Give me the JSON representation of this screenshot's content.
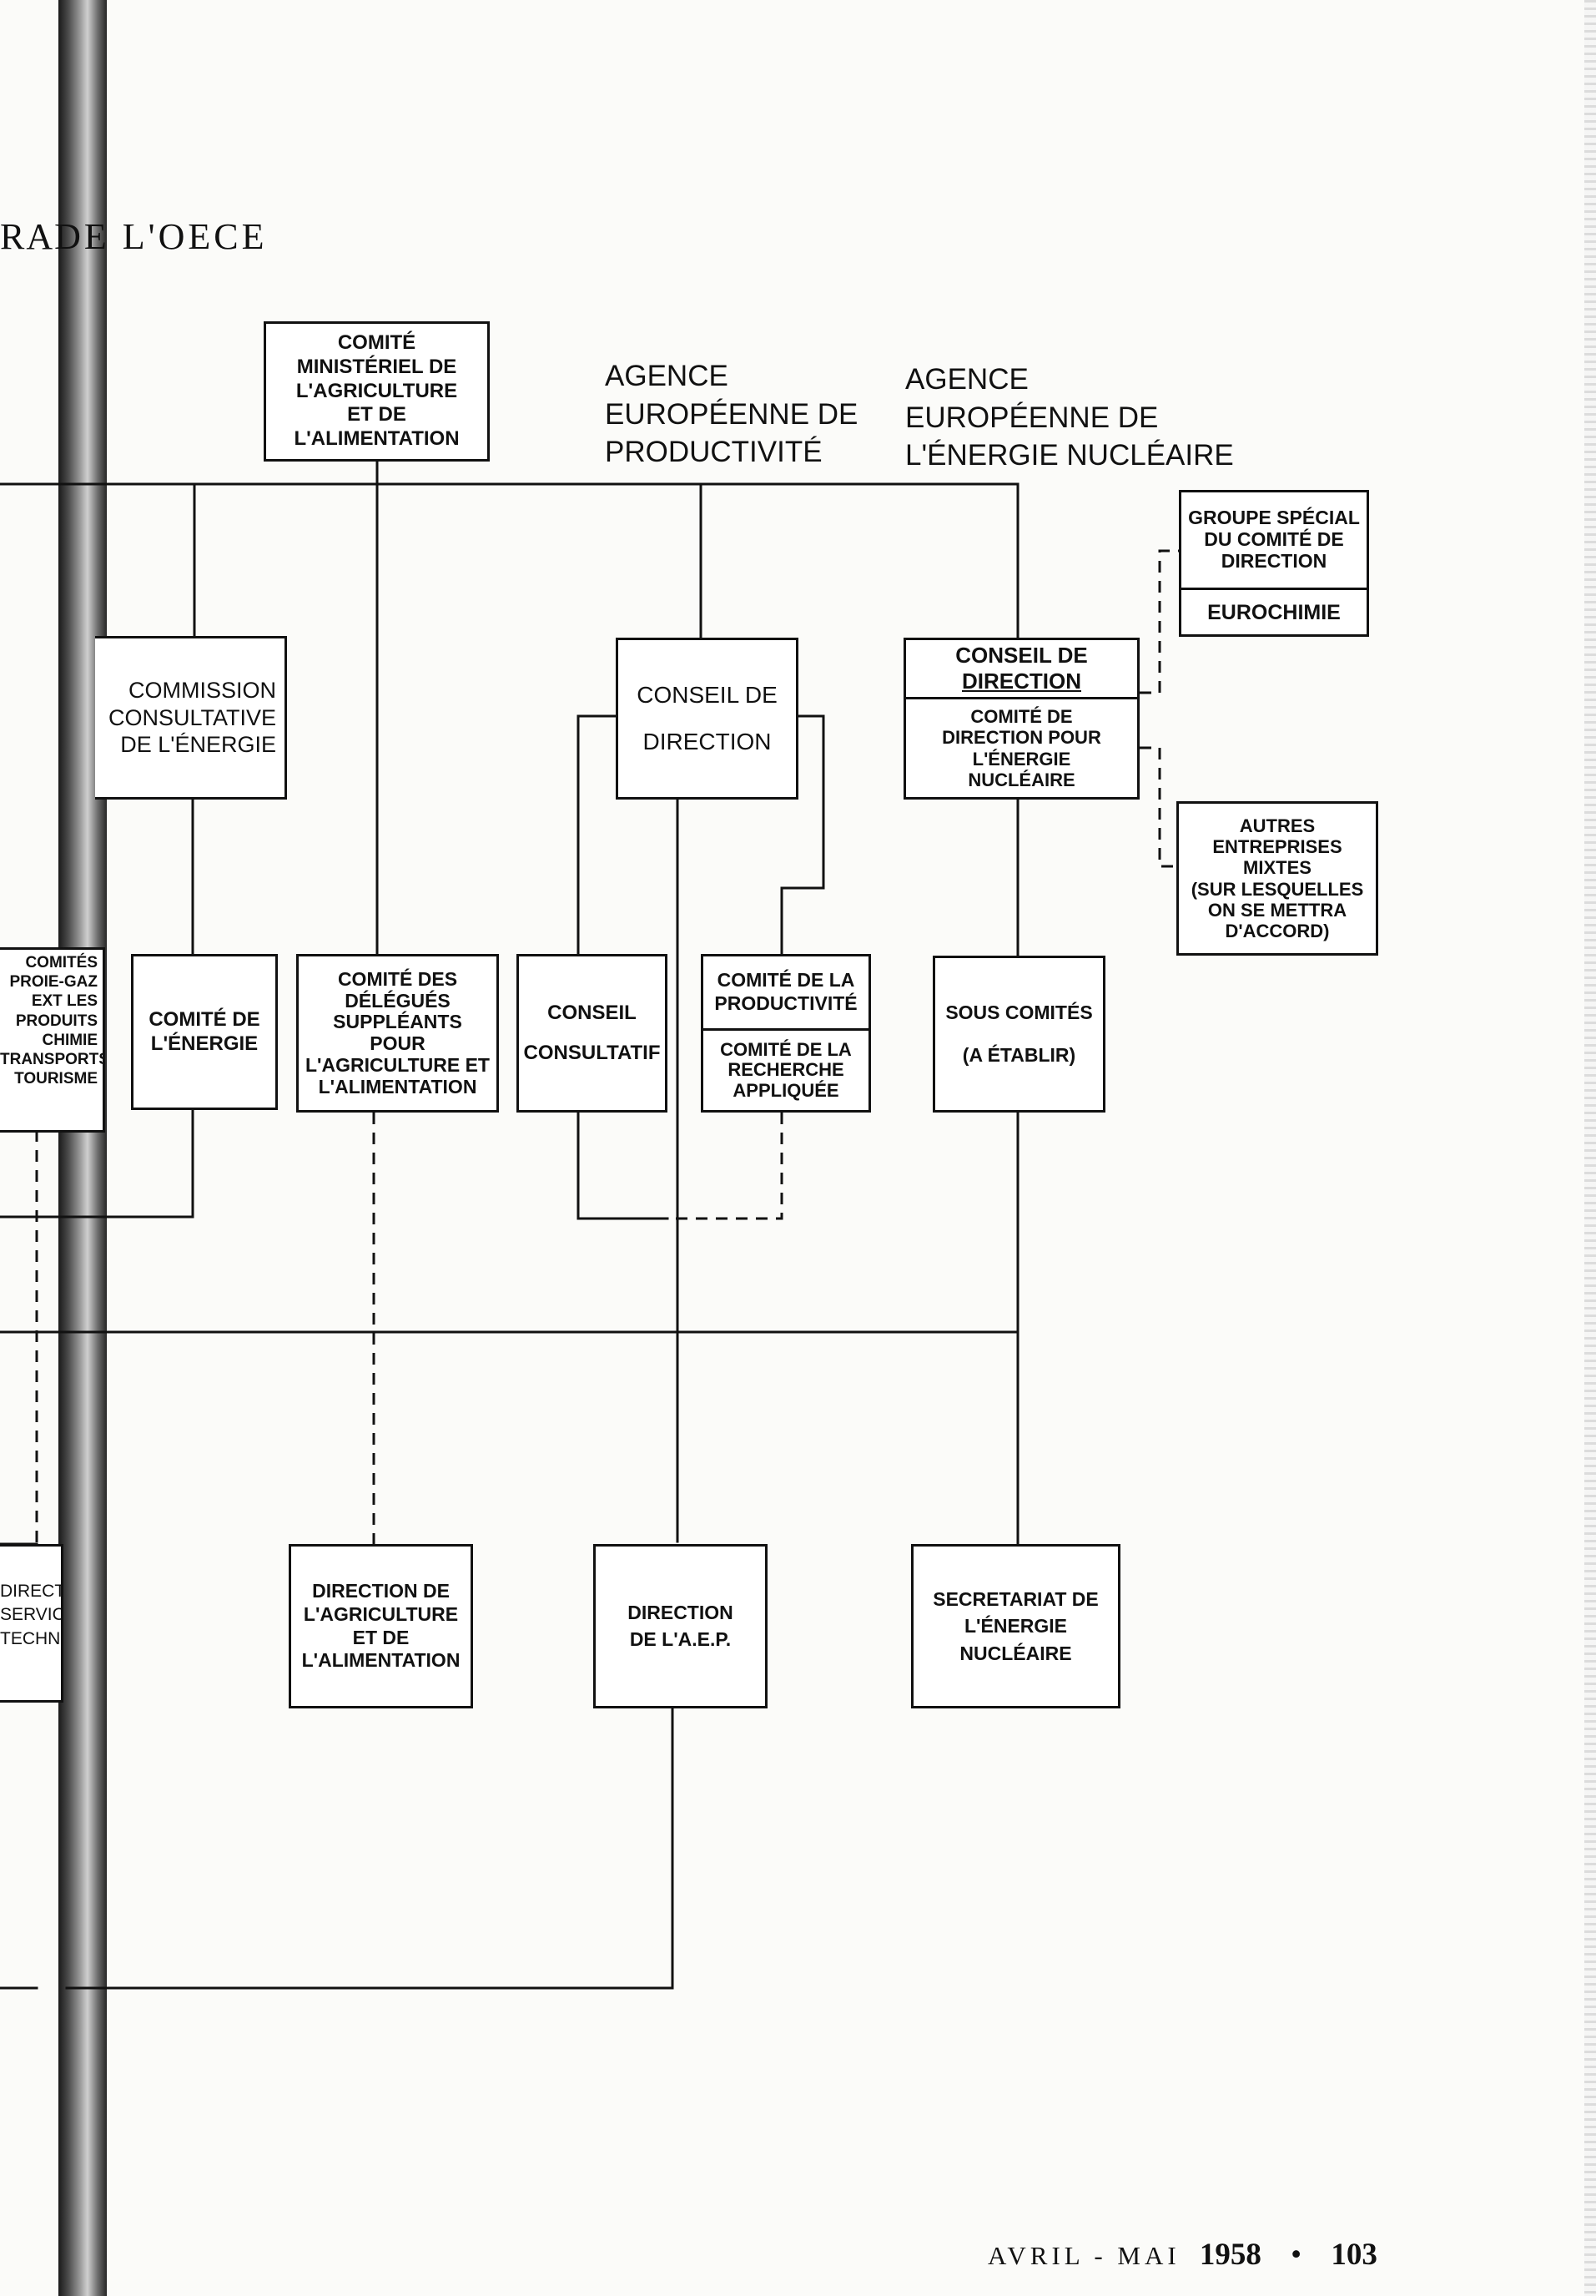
{
  "header": {
    "title_prefix": "RA",
    "title_rest": "DE L'OECE"
  },
  "agencies": {
    "productivite": {
      "line1": "AGENCE",
      "line2": "EUROPÉENNE DE",
      "line3": "PRODUCTIVITÉ"
    },
    "nucleaire": {
      "line1": "AGENCE",
      "line2": "EUROPÉENNE DE",
      "line3": "L'ÉNERGIE NUCLÉAIRE"
    }
  },
  "boxes": {
    "comite_ministeriel": [
      "COMITÉ",
      "MINISTÉRIEL DE",
      "L'AGRICULTURE",
      "ET DE",
      "L'ALIMENTATION"
    ],
    "commission_consultative": [
      "COMMISSION",
      "CONSULTATIVE",
      "DE L'ÉNERGIE"
    ],
    "conseil_direction_aep": [
      "CONSEIL DE",
      "DIRECTION"
    ],
    "conseil_direction_aen": {
      "top": [
        "CONSEIL DE",
        "DIRECTION"
      ],
      "bottom": [
        "COMITÉ DE",
        "DIRECTION POUR",
        "L'ÉNERGIE",
        "NUCLÉAIRE"
      ]
    },
    "groupe_special": [
      "GROUPE SPÉCIAL",
      "DU COMITÉ DE",
      "DIRECTION"
    ],
    "eurochimie": "EUROCHIMIE",
    "autres_entreprises": [
      "AUTRES",
      "ENTREPRISES",
      "MIXTES",
      "(SUR LESQUELLES",
      "ON SE METTRA",
      "D'ACCORD)"
    ],
    "comite_energie": [
      "COMITÉ DE",
      "L'ÉNERGIE"
    ],
    "comite_delegues": [
      "COMITÉ DES",
      "DÉLÉGUÉS",
      "SUPPLÉANTS",
      "POUR",
      "L'AGRICULTURE ET",
      "L'ALIMENTATION"
    ],
    "conseil_consultatif": [
      "CONSEIL",
      "CONSULTATIF"
    ],
    "comite_productivite": [
      "COMITÉ DE LA",
      "PRODUCTIVITÉ"
    ],
    "comite_recherche": [
      "COMITÉ DE LA",
      "RECHERCHE",
      "APPLIQUÉE"
    ],
    "sous_comites": [
      "SOUS COMITÉS",
      "(A ÉTABLIR)"
    ],
    "direction_agriculture": [
      "DIRECTION DE",
      "L'AGRICULTURE",
      "ET DE",
      "L'ALIMENTATION"
    ],
    "direction_aep": [
      "DIRECTION",
      "DE L'A.E.P."
    ],
    "secretariat": [
      "SECRETARIAT DE",
      "L'ÉNERGIE",
      "NUCLÉAIRE"
    ]
  },
  "cut_boxes": {
    "left_committees": [
      "COMITÉS",
      "PROIE-GAZ",
      "EXT LES",
      "PRODUITS",
      "CHIMIE",
      "TRANSPORTS",
      "TOURISME"
    ],
    "left_direction": [
      "DIRECTION",
      "SERVICES",
      "TECHNIQUES"
    ]
  },
  "footer": {
    "months": "AVRIL - MAI",
    "year": "1958",
    "separator": "•",
    "page": "103"
  }
}
